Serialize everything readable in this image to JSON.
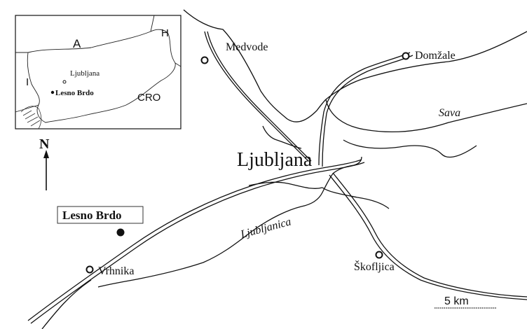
{
  "map": {
    "city_main": "Ljubljana",
    "towns": [
      "Medvode",
      "Domžale",
      "Vrhnika",
      "Škofljica"
    ],
    "site": "Lesno Brdo",
    "rivers": [
      "Sava",
      "Ljubljanica"
    ],
    "north_label": "N",
    "scale_label": "5 km"
  },
  "inset": {
    "countries": [
      "A",
      "H",
      "I",
      "CRO"
    ],
    "city": "Ljubljana",
    "site": "Lesno Brdo"
  },
  "icons": [
    "town-marker-icon",
    "site-marker-icon",
    "north-arrow-icon"
  ]
}
